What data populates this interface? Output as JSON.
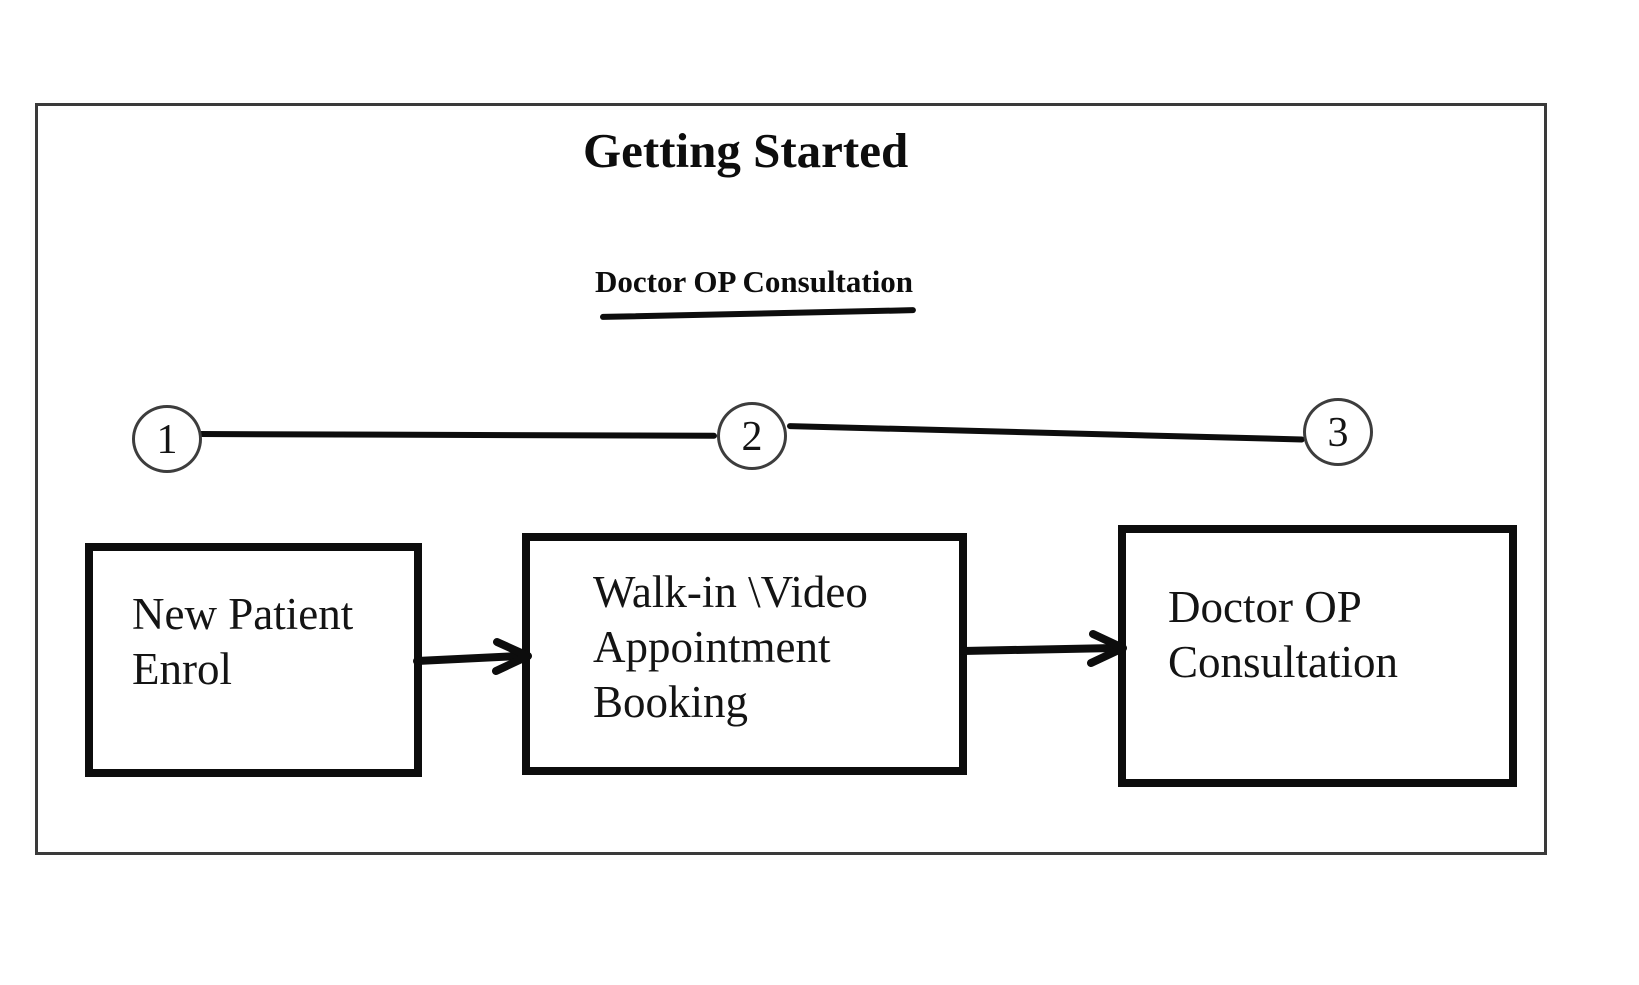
{
  "diagram": {
    "title": "Getting Started",
    "subtitle": "Doctor OP Consultation",
    "steps": [
      {
        "number": "1",
        "label": "New Patient\nEnrol"
      },
      {
        "number": "2",
        "label": "Walk-in \\Video\nAppointment\nBooking"
      },
      {
        "number": "3",
        "label": "Doctor OP\nConsultation"
      }
    ],
    "colors": {
      "ink": "#0d0d0d",
      "frame_border": "#3a3a3a",
      "circle_stroke": "#3d3d3d",
      "background": "#ffffff"
    }
  }
}
